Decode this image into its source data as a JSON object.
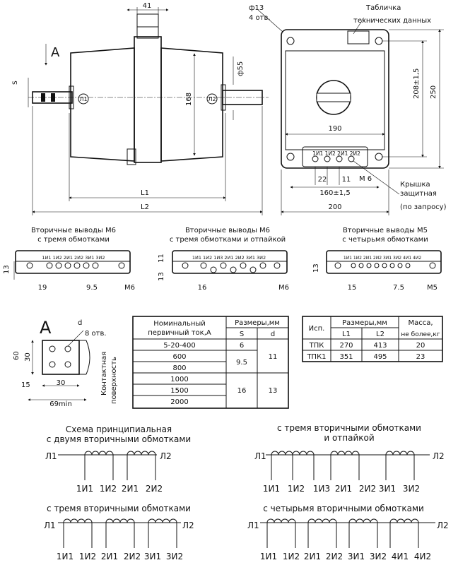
{
  "top": {
    "dim_41": "41",
    "dim_S": "S",
    "view_A": "A",
    "label_L1_circle": "Л1",
    "label_L2_circle": "Л2",
    "dim_168": "168",
    "dim_55": "ф55",
    "dim_L1": "L1",
    "dim_L2": "L2",
    "dim_13": "ф13",
    "holes": "4 отв.",
    "plate_line1": "Табличка",
    "plate_line2": "технических данных",
    "dim_208": "208±1,5",
    "dim_250": "250",
    "dim_190": "190",
    "dim_22": "22",
    "dim_11": "11",
    "dim_160": "160±1,5",
    "dim_200": "200",
    "m6": "М 6",
    "cover_line1": "Крышка",
    "cover_line2": "защитная",
    "cover_line3": "(по запросу)",
    "term_labels": "1И1 1И2 2И1 2И2"
  },
  "blocks": [
    {
      "title1": "Вторичные выводы М6",
      "title2": "с тремя обмотками",
      "terms": "1И1 1И2 2И1 2И2 3И1 3И2",
      "d1": "19",
      "d2": "9.5",
      "thread": "М6",
      "side": "13"
    },
    {
      "title1": "Вторичные выводы М6",
      "title2": "с тремя обмотками и отпайкой",
      "terms": "1И1 1И2 1И3 2И1 2И2 3И1 3И2",
      "d1": "16",
      "thread": "М6",
      "side1": "11",
      "side2": "13"
    },
    {
      "title1": "Вторичные выводы М5",
      "title2": "с четырьмя обмотками",
      "terms": "1И1 1И2 2И1 2И2 3И1 3И2 4И1 4И2",
      "d1": "15",
      "d2": "7.5",
      "thread": "М5",
      "side": "13"
    }
  ],
  "viewA": {
    "title": "A",
    "d": "d",
    "holes": "8 отв.",
    "dim_60": "60",
    "dim_30v": "30",
    "dim_15": "15",
    "dim_30h": "30",
    "dim_69": "69min",
    "contact1": "Контактная",
    "contact2": "поверхность"
  },
  "table1": {
    "header_current": [
      "Номинальный",
      "первичный ток,А"
    ],
    "header_sizes": "Размеры,мм",
    "col_S": "S",
    "col_d": "d",
    "rows": [
      "5-20-400",
      "600",
      "800",
      "1000",
      "1500",
      "2000"
    ],
    "S_values": [
      "6",
      "9.5",
      "16"
    ],
    "d_values": [
      "11",
      "13"
    ]
  },
  "table2": {
    "col_isp": "Исп.",
    "header_sizes": "Размеры,мм",
    "col_L1": "L1",
    "col_L2": "L2",
    "header_mass": [
      "Масса,",
      "не более,кг"
    ],
    "rows": [
      {
        "name": "ТПК",
        "L1": "270",
        "L2": "413",
        "mass": "20"
      },
      {
        "name": "ТПК1",
        "L1": "351",
        "L2": "495",
        "mass": "23"
      }
    ]
  },
  "schemes": {
    "title1": "Схема принципиальная",
    "title2": "с двумя вторичными обмотками",
    "s1_terms": [
      "1И1",
      "1И2",
      "2И1",
      "2И2"
    ],
    "s2_title1": "с тремя вторичными обмотками",
    "s2_title2": "и отпайкой",
    "s2_terms": [
      "1И1",
      "1И2",
      "1И3",
      "2И1",
      "2И2",
      "3И1",
      "3И2"
    ],
    "s3_title": "с тремя вторичными обмотками",
    "s3_terms": [
      "1И1",
      "1И2",
      "2И1",
      "2И2",
      "3И1",
      "3И2"
    ],
    "s4_title": "с четырьмя вторичными обмотками",
    "s4_terms": [
      "1И1",
      "1И2",
      "2И1",
      "2И2",
      "3И1",
      "3И2",
      "4И1",
      "4И2"
    ],
    "L1": "Л1",
    "L2": "Л2"
  }
}
